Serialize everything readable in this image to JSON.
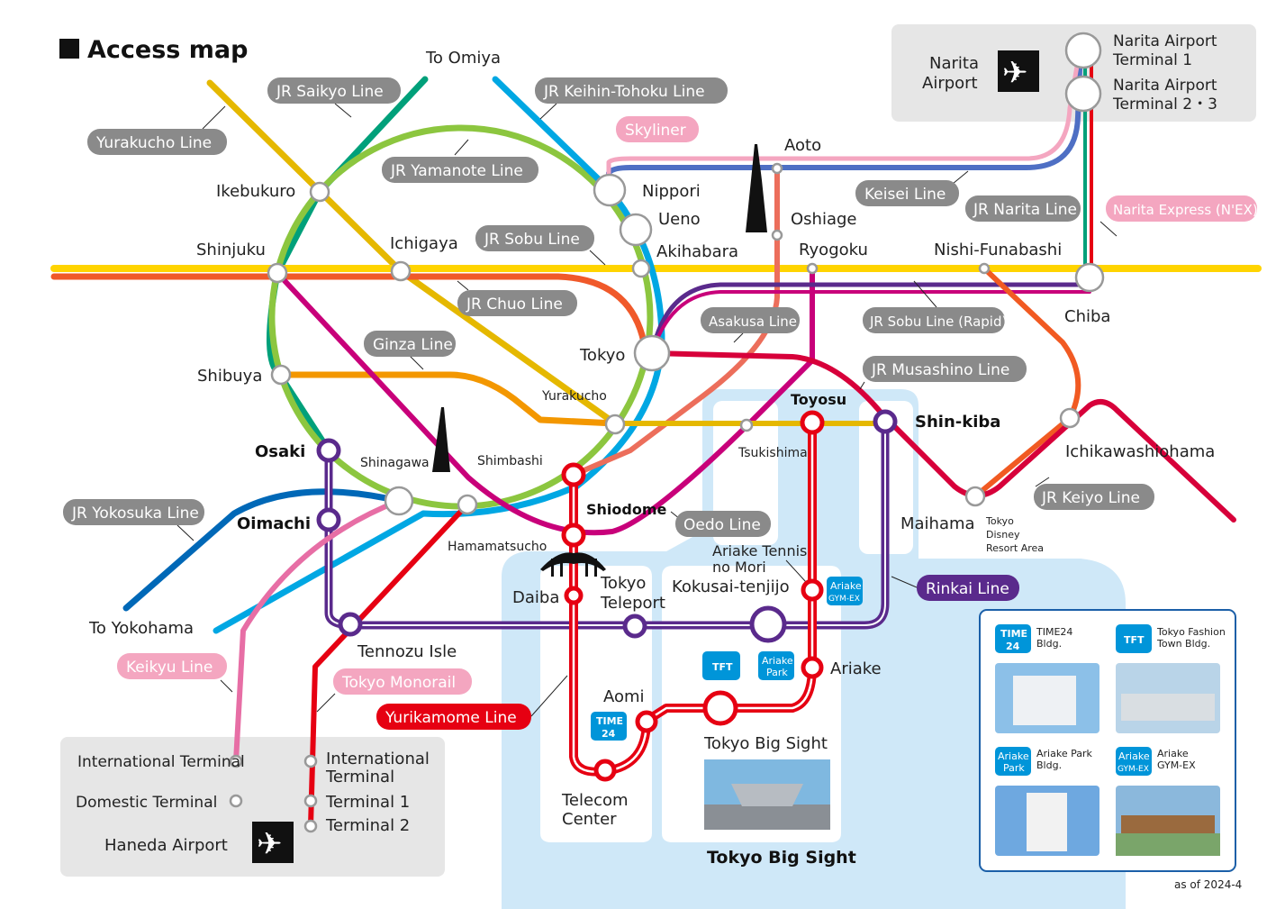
{
  "title": "Access map",
  "colors": {
    "yamanote": "#8cc63f",
    "keihin_tohoku": "#00a7e3",
    "saikyo": "#00a07a",
    "yurakucho": "#e5b800",
    "sobu": "#ffd400",
    "chuo": "#f0592a",
    "ginza": "#f39700",
    "oedo": "#c8007a",
    "asakusa": "#ec6e5b",
    "keisei": "#4e6fc4",
    "rinkai": "#5a2a8c",
    "yurikamome": "#e60012",
    "keiyo": "#d7003a",
    "musashino": "#f15a22",
    "yokosuka": "#0068b7",
    "keikyu": "#e76ea5",
    "monorail": "#f08aa8",
    "water": "#cfe8f8",
    "pill_gray": "#8a8a8a",
    "pill_pink": "#f4a6c0",
    "tag_blue": "#0095d9"
  },
  "line_labels": [
    "JR Saikyo Line",
    "Yurakucho Line",
    "JR Yamanote Line",
    "JR Keihin-Tohoku Line",
    "JR Sobu Line",
    "JR Chuo Line",
    "Ginza Line",
    "Keisei Line",
    "JR Narita Line",
    "Asakusa Line",
    "JR Sobu Line (Rapid)",
    "JR Musashino Line",
    "Oedo Line",
    "JR Keiyo Line",
    "JR Yokosuka Line",
    "Skyliner",
    "Narita Express (N'EX)",
    "Keikyu Line",
    "Tokyo Monorail",
    "Yurikamome Line",
    "Rinkai Line"
  ],
  "stations": {
    "to_omiya": "To Omiya",
    "ikebukuro": "Ikebukuro",
    "shinjuku": "Shinjuku",
    "ichigaya": "Ichigaya",
    "shibuya": "Shibuya",
    "nippori": "Nippori",
    "ueno": "Ueno",
    "akihabara": "Akihabara",
    "aoto": "Aoto",
    "oshiage": "Oshiage",
    "ryogoku": "Ryogoku",
    "nishi_funabashi": "Nishi-Funabashi",
    "chiba": "Chiba",
    "tokyo": "Tokyo",
    "yurakucho": "Yurakucho",
    "toyosu": "Toyosu",
    "shin_kiba": "Shin-kiba",
    "tsukishima": "Tsukishima",
    "ichikawashiohama": "Ichikawashiohama",
    "osaki": "Osaki",
    "shinagawa": "Shinagawa",
    "shimbashi": "Shimbashi",
    "shiodome": "Shiodome",
    "oimachi": "Oimachi",
    "hamamatsucho": "Hamamatsucho",
    "maihama": "Maihama",
    "disney": [
      "Tokyo",
      "Disney",
      "Resort Area"
    ],
    "daiba": "Daiba",
    "tokyo_teleport": [
      "Tokyo",
      "Teleport"
    ],
    "ariake_tennis": [
      "Ariake Tennis",
      "no Mori"
    ],
    "kokusai_tenjijo": "Kokusai-tenjijo",
    "to_yokohama": "To Yokohama",
    "tennozu_isle": "Tennozu Isle",
    "ariake": "Ariake",
    "aomi": "Aomi",
    "tokyo_big_sight": "Tokyo Big Sight",
    "telecom_center": [
      "Telecom",
      "Center"
    ]
  },
  "narita": {
    "name": [
      "Narita",
      "Airport"
    ],
    "terminal1": [
      "Narita Airport",
      "Terminal 1"
    ],
    "terminal23": [
      "Narita Airport",
      "Terminal 2・3"
    ]
  },
  "haneda": {
    "name": "Haneda Airport",
    "intl_terminal_left": "International Terminal",
    "domestic_terminal": "Domestic Terminal",
    "intl_terminal_right": [
      "International",
      "Terminal"
    ],
    "terminal1": "Terminal 1",
    "terminal2": "Terminal 2"
  },
  "map_tags": {
    "time24": [
      "TIME",
      "24"
    ],
    "tft": "TFT",
    "ariake_park": [
      "Ariake",
      "Park"
    ],
    "ariake_gymex": [
      "Ariake",
      "GYM-EX"
    ]
  },
  "venue_title": "Tokyo Big Sight",
  "legend": [
    {
      "tag": [
        "TIME",
        "24"
      ],
      "label": [
        "TIME24",
        "Bldg."
      ]
    },
    {
      "tag": [
        "TFT"
      ],
      "label": [
        "Tokyo Fashion",
        "Town Bldg."
      ]
    },
    {
      "tag": [
        "Ariake",
        "Park"
      ],
      "label": [
        "Ariake Park",
        "Bldg."
      ]
    },
    {
      "tag": [
        "Ariake",
        "GYM-EX"
      ],
      "label": [
        "Ariake",
        "GYM-EX"
      ]
    }
  ],
  "footer": "as of 2024-4"
}
